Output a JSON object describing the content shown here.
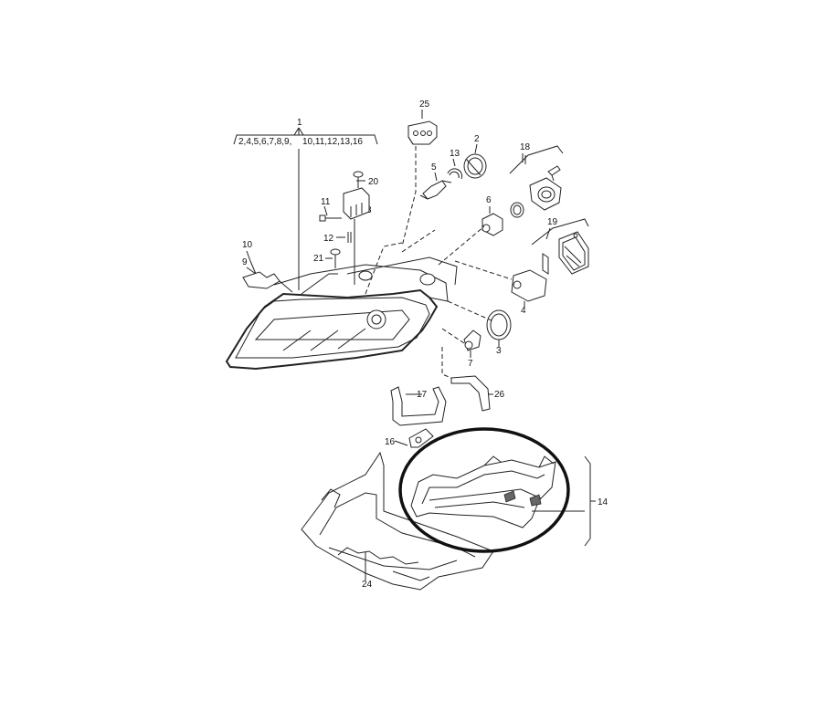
{
  "diagram": {
    "group_label_left": "2,4,5,6,7,8,9,",
    "group_label_right": "10,11,12,13,16",
    "callouts": {
      "c1": "1",
      "c2": "2",
      "c3": "3",
      "c4": "4",
      "c5": "5",
      "c6": "6",
      "c7": "7",
      "c8": "8",
      "c9": "9",
      "c10": "10",
      "c11": "11",
      "c12": "12",
      "c13": "13",
      "c14": "14",
      "c16": "16",
      "c17": "17",
      "c18": "18",
      "c19": "19",
      "c20": "20",
      "c21": "21",
      "c24": "24",
      "c25": "25",
      "c26": "26"
    },
    "highlight_color": "#111111"
  }
}
